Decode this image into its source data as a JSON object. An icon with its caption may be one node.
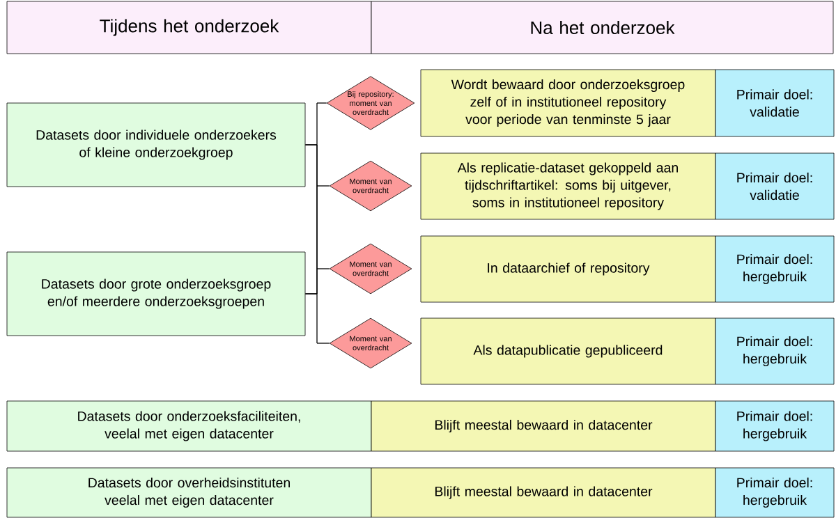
{
  "diagram": {
    "nodes": [
      {
        "text": [
          "Tijdens het onderzoek"
        ]
      },
      {
        "text": [
          "Na het onderzoek"
        ]
      },
      {
        "text": [
          "Datasets door individuele onderzoekers of kleine onderzoekgroep"
        ]
      },
      {
        "text": [
          "Datasets door grote onderzoeksgroep en/of meerdere onderzoeksgroepen"
        ]
      },
      {
        "text": [
          "Bij repository: moment van overdracht"
        ]
      },
      {
        "text": [
          "Moment van overdracht"
        ]
      },
      {
        "text": [
          "Moment van overdracht"
        ]
      },
      {
        "text": [
          "Moment van overdracht"
        ]
      },
      {
        "text": [
          "Wordt bewaard door onderzoeksgroep zelf of in institutioneel repository voor periode van tenminste 5 jaar"
        ]
      },
      {
        "text": [
          "Primair doel: validatie"
        ]
      },
      {
        "text": [
          "Als replicatie-dataset gekoppeld aan tijdschriftartikel: soms bij uitgever, soms in institutioneel repository"
        ]
      },
      {
        "text": [
          "Primair doel: validatie"
        ]
      },
      {
        "text": [
          "In dataarchief of repository"
        ]
      },
      {
        "text": [
          "Primair doel: hergebruik"
        ]
      },
      {
        "text": [
          "Als datapublicatie gepubliceerd"
        ]
      },
      {
        "text": [
          "Primair doel: hergebruik"
        ]
      },
      {
        "text": [
          "Datasets door onderzoeksfaciliteiten, veelal met eigen datacenter"
        ]
      },
      {
        "text": [
          "Blijft meestal bewaard in datacenter"
        ]
      },
      {
        "text": [
          "Primair doel: hergebruik"
        ]
      },
      {
        "text": [
          "Datasets door overheidsinstituten veelal met eigen datacenter"
        ]
      },
      {
        "text": [
          "Blijft meestal bewaard in datacenter"
        ]
      },
      {
        "text": [
          "Primair doel: hergebruik"
        ]
      }
    ],
    "edges": [
      {
        "from": 2,
        "to": 4,
        "arrow": "none"
      },
      {
        "from": 2,
        "to": 5,
        "arrow": "none"
      },
      {
        "from": 2,
        "to": 6,
        "arrow": "none"
      },
      {
        "from": 2,
        "to": 7,
        "arrow": "none"
      },
      {
        "from": 3,
        "to": 4,
        "arrow": "none"
      },
      {
        "from": 3,
        "to": 5,
        "arrow": "none"
      },
      {
        "from": 3,
        "to": 6,
        "arrow": "none"
      },
      {
        "from": 3,
        "to": 7,
        "arrow": "none"
      }
    ]
  }
}
